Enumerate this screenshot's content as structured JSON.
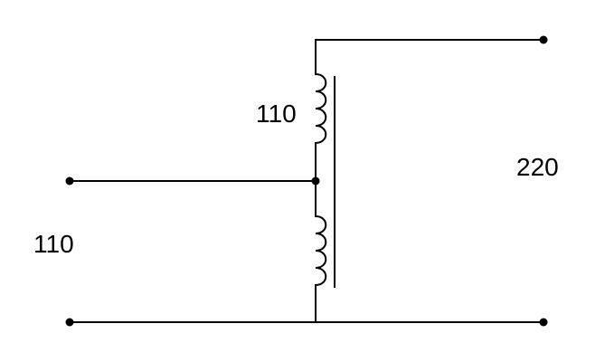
{
  "labels": {
    "upper_winding": "110",
    "secondary": "220",
    "primary": "110"
  },
  "colors": {
    "stroke": "#000000",
    "background": "#ffffff"
  }
}
